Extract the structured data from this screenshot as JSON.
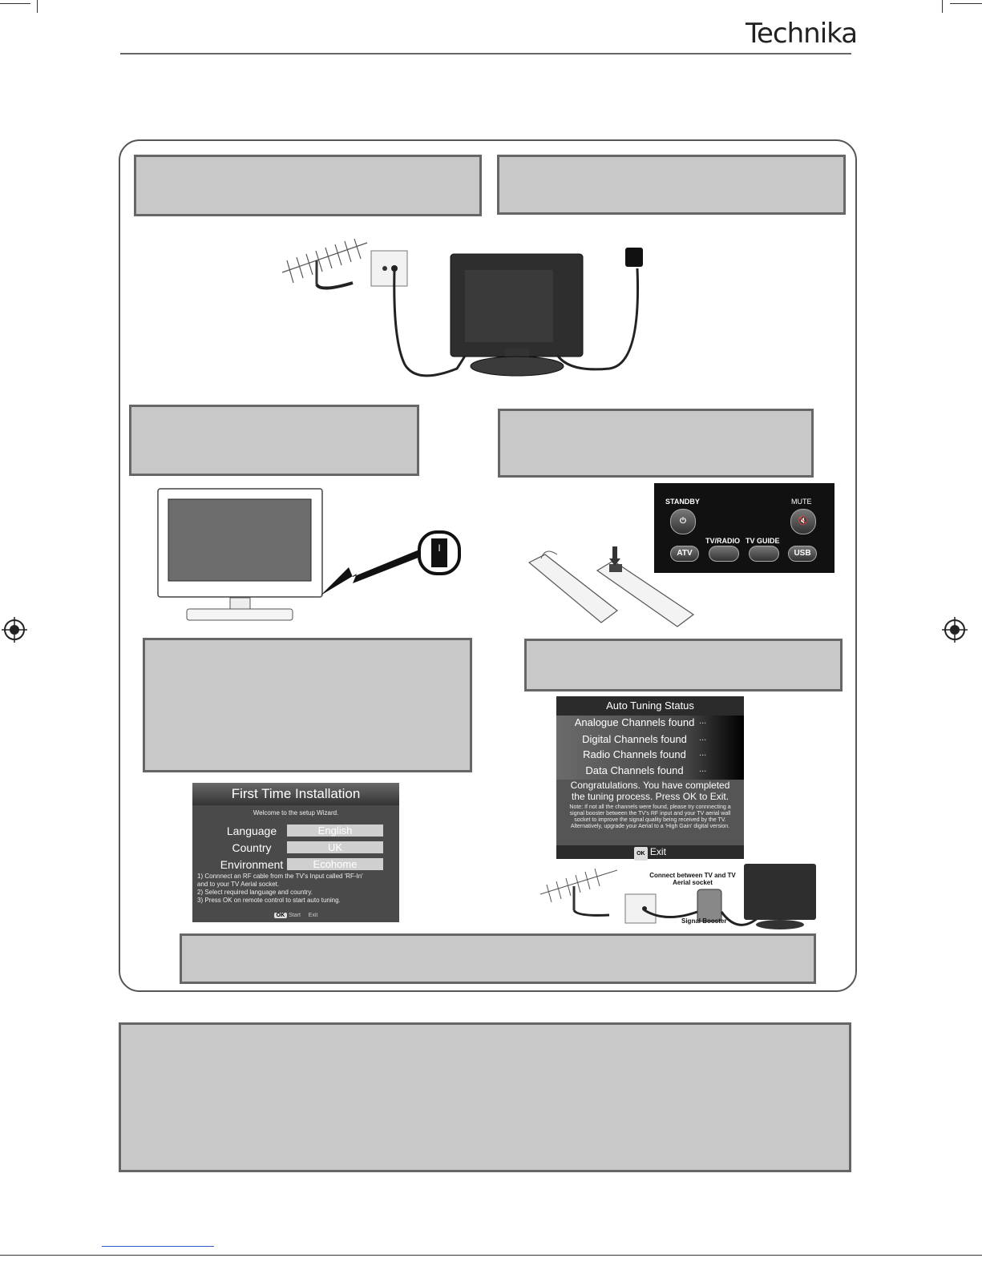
{
  "header": {
    "brand": "Technika"
  },
  "first_time_installation": {
    "title": "First Time Installation",
    "welcome": "Welcome to the setup Wizard.",
    "fields": [
      {
        "label": "Language",
        "value": "English"
      },
      {
        "label": "Country",
        "value": "UK"
      },
      {
        "label": "Environment",
        "value": "Ecohome"
      }
    ],
    "instructions": [
      "1) Connnect an RF cable from the TV's Input called 'RF-In'",
      "and to your TV Aerial socket.",
      "2) Select required language and country.",
      "3) Press OK on remote control to start auto tuning."
    ],
    "footer_ok": "OK",
    "footer_start": "Start",
    "footer_exit": "Exit"
  },
  "auto_tuning": {
    "title": "Auto Tuning Status",
    "rows": [
      {
        "label": "Analogue  Channels found",
        "dots": "..."
      },
      {
        "label": "Digital Channels found",
        "dots": "..."
      },
      {
        "label": "Radio Channels found",
        "dots": "..."
      },
      {
        "label": "Data Channels found",
        "dots": "..."
      }
    ],
    "congrats_line1": "Congratulations. You have completed",
    "congrats_line2": "the tuning process. Press OK to Exit.",
    "note": "Note: If not all the channels were found, please try connnecting a signal booster between the TV's RF input and your TV aerial wall socket to improve the signal quality being received by the TV. Alternatively, upgrade your Aerial to a 'High Gain' digital version.",
    "ok": "OK",
    "exit": "Exit"
  },
  "remote": {
    "standby": "STANDBY",
    "mute": "MUTE",
    "atv": "ATV",
    "tv_radio": "TV/RADIO",
    "tv_guide": "TV GUIDE",
    "usb": "USB"
  },
  "booster": {
    "caption": "Connect between TV and TV Aerial socket",
    "label": "Signal Booster"
  },
  "colors": {
    "panel_gray": "#c8c8c8",
    "border": "#666666"
  }
}
